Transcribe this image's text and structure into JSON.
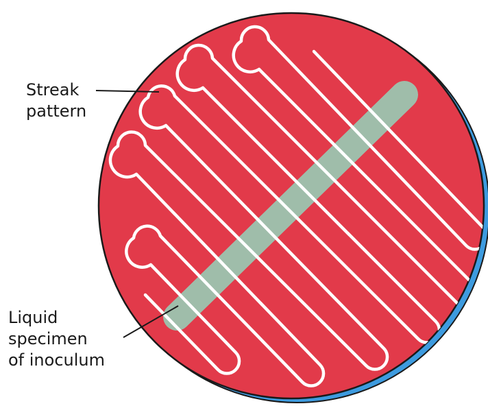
{
  "labels": {
    "streak_line1": "Streak",
    "streak_line2": "pattern",
    "liquid_line1": "Liquid",
    "liquid_line2": "specimen",
    "liquid_line3": "of inoculum"
  },
  "colors": {
    "agar": "#e23a4a",
    "dish_edge": "#3d9bdf",
    "streak": "#ffffff",
    "inoculum": "#9dc2ae",
    "outline": "#1a1a1a"
  }
}
